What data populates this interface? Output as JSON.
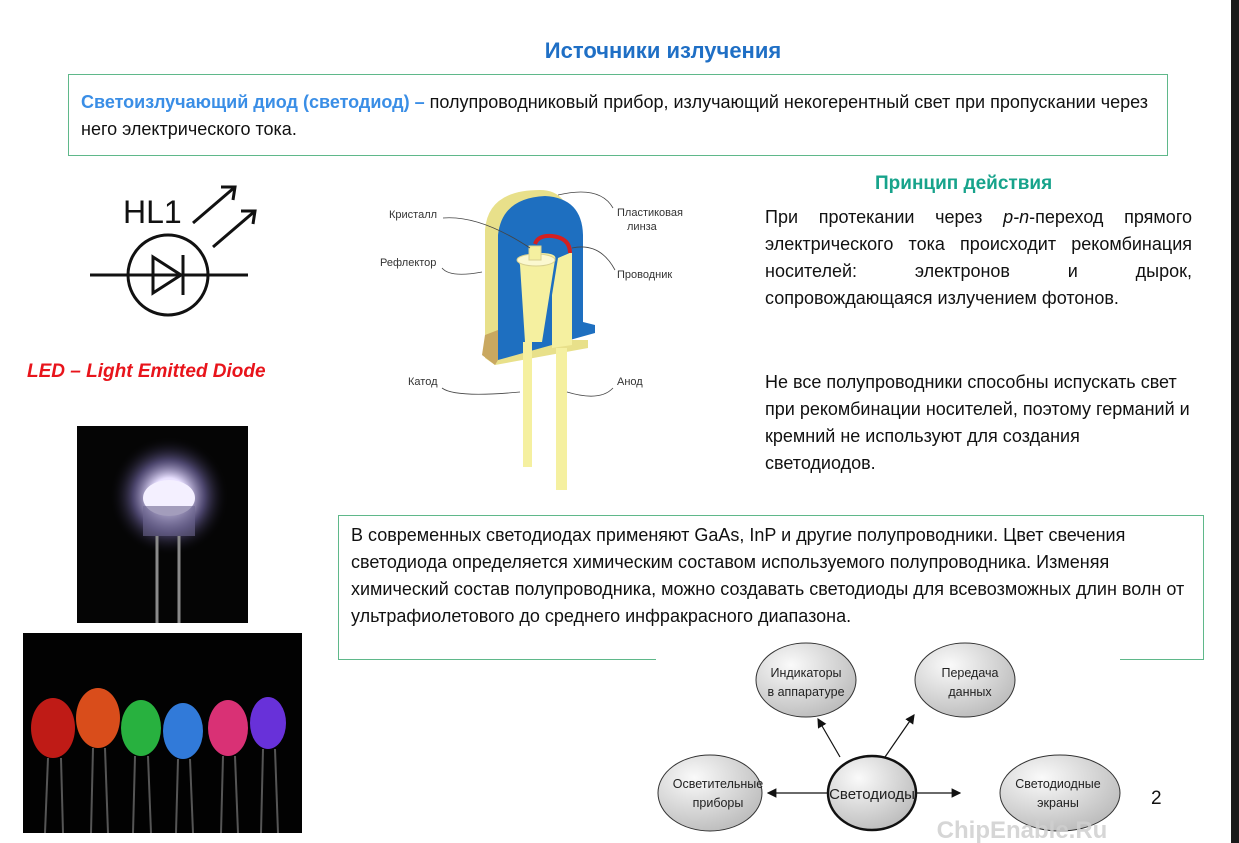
{
  "title": "Источники излучения",
  "definition": {
    "term": "Светоизлучающий диод (светодиод) –",
    "text": " полупроводниковый прибор, излучающий некогерентный свет при пропускании через него электрического тока."
  },
  "symbol": {
    "label": "HL1"
  },
  "led_abbreviation": "LED – Light Emitted Diode",
  "led_structure": {
    "labels": {
      "crystal": "Кристалл",
      "lens_1": "Пластиковая",
      "lens_2": "линза",
      "reflector": "Рефлектор",
      "conductor": "Проводник",
      "cathode": "Катод",
      "anode": "Анод"
    },
    "colors": {
      "lens": "#1e6fc0",
      "reflector": "#e8e08a",
      "leads": "#f5f0a0",
      "wire": "#d42020"
    }
  },
  "principle": {
    "title": "Принцип действия",
    "p1_a": "При протекании через ",
    "p1_em": "p-n",
    "p1_b": "-переход прямого электрического тока происходит рекомбинация носителей: электронов и дырок, сопровождающаяся излучением фотонов.",
    "p2": "Не все полупроводники способны испускать свет при рекомбинации носителей, поэтому  германий и кремний не используют для создания светодиодов."
  },
  "materials": "В современных светодиодах применяют GaAs, InP и другие полупроводники. Цвет свечения светодиода определяется химическим составом используемого полупроводника. Изменяя химический состав полупроводника, можно создавать светодиоды для всевозможных длин волн от ультрафиолетового до среднего инфракрасного диапазона.",
  "applications": {
    "center": "Светодиоды",
    "indicators_1": "Индикаторы",
    "indicators_2": "в аппаратуре",
    "data_1": "Передача",
    "data_2": "данных",
    "lighting_1": "Осветительные",
    "lighting_2": "приборы",
    "screens_1": "Светодиодные",
    "screens_2": "экраны",
    "watermark": "ChipEnable.Ru"
  },
  "page_number": "2",
  "colors": {
    "title": "#1f6fc5",
    "term": "#3a8ee6",
    "principle_title": "#17a38b",
    "abbr": "#e8141b",
    "box_border": "#5fb88a"
  }
}
